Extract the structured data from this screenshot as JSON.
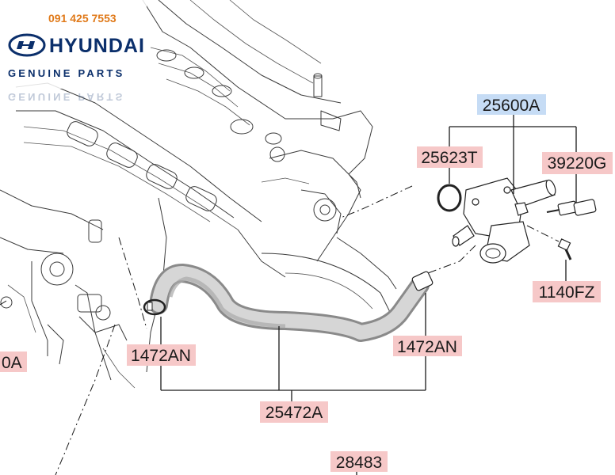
{
  "watermark": {
    "phone": "091 425 7553",
    "brand": "HYUNDAI",
    "tagline": "GENUINE PARTS"
  },
  "colors": {
    "label_highlight_blue": "#c6dcf5",
    "label_highlight_pink": "#f6c8c8",
    "hose_light": "#d6d6d6",
    "hose_dark": "#8a8a8a",
    "phone_orange": "#e07a1a",
    "brand_navy": "#0b2f6b"
  },
  "labels": {
    "assembly_25600A": "25600A",
    "gasket_25623T": "25623T",
    "sensor_39220G": "39220G",
    "bolt_1140FZ": "1140FZ",
    "clamp_left_1472AN": "1472AN",
    "clamp_right_1472AN": "1472AN",
    "hose_25472A": "25472A",
    "bottom_28483": "28483",
    "left_edge_partial": "0A"
  }
}
